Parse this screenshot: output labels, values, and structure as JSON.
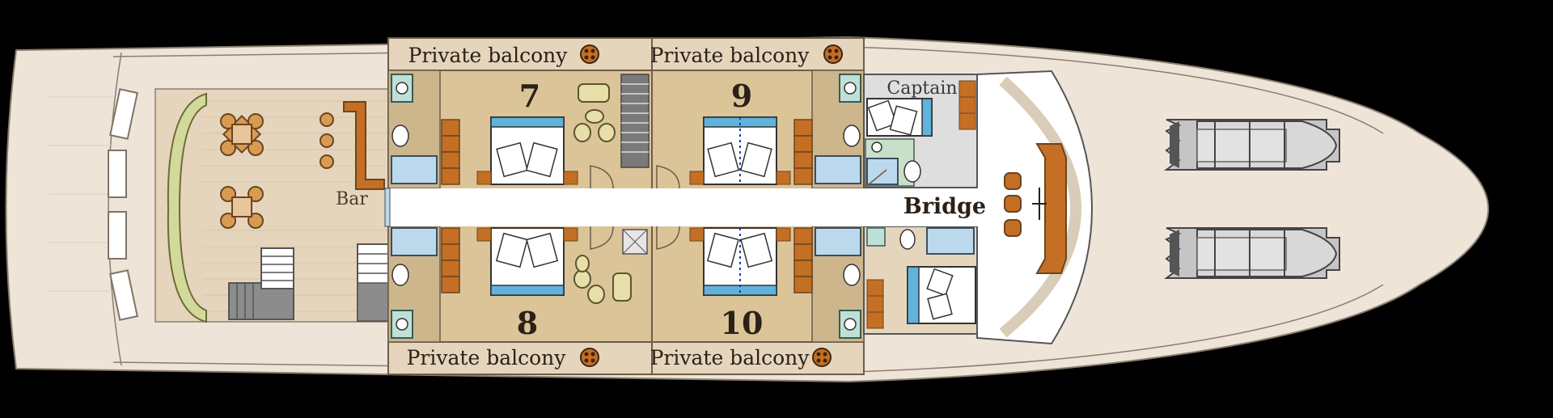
{
  "deck": {
    "balconies": {
      "top_left": "Private balcony",
      "top_right": "Private balcony",
      "bottom_left": "Private balcony",
      "bottom_right": "Private balcony"
    },
    "cabins": {
      "c7": "7",
      "c9": "9",
      "c8": "8",
      "c10": "10"
    },
    "bar": "Bar",
    "captain": "Captain",
    "bridge": "Bridge"
  },
  "colors": {
    "background": "#000000",
    "hull": "#efe4d8",
    "deck_wood": "#e6d5bd",
    "cabin_floor": "#dcc499",
    "wood_trim": "#c46f24",
    "bath_blue": "#bcd8ec",
    "bed_blue": "#5fb3dc",
    "corridor": "#ffffff",
    "tender_gray": "#c5c5c5"
  }
}
